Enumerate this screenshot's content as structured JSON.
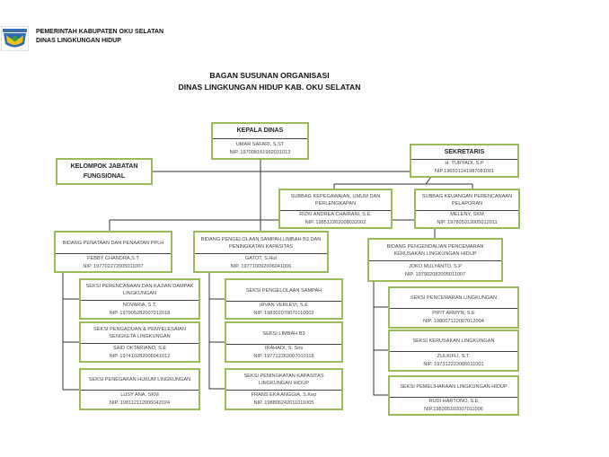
{
  "header": {
    "line1": "PEMERINTAH KABUPATEN OKU SELATAN",
    "line2": "DINAS LINGKUNGAN HIDUP"
  },
  "title": {
    "line1": "BAGAN SUSUNAN ORGANISASI",
    "line2": "DINAS LINGKUNGAN HIDUP KAB. OKU SELATAN"
  },
  "colors": {
    "box_border": "#9bbb59",
    "line": "#333333"
  },
  "units": [
    {
      "id": "kepala-dinas",
      "title": "KEPALA DINAS",
      "name": "UMAR SAFARI, S.ST",
      "nip": "NIP. 197008161992031013"
    },
    {
      "id": "kelompok-jabatan-fungsional",
      "title": "KELOMPOK JABATAN FUNGSIONAL"
    },
    {
      "id": "sekretaris",
      "title": "SEKRETARIS",
      "name": "H. TURYADI, S.P",
      "nip": "NIP.196501241987081001"
    },
    {
      "id": "subbag-kepegawaian",
      "title": "SUBBAG KEPEGAWAIAN, UMUM DAN PERLENGKAPAN",
      "name": "RIZKI ANDREA CHAIRANI, S.E.",
      "nip": "NIP. 198512262008032002"
    },
    {
      "id": "subbag-keuangan",
      "title": "SUBBAG KEUANGAN PERENCANAAN PELAPORAN",
      "name": "MELENY, SKM",
      "nip": "NIP. 197805012005012011"
    },
    {
      "id": "bidang-penataan",
      "title": "BIDANG PENATAAN DAN PENAATAN PPLH",
      "name": "FEBBY CHANDRA,S.T",
      "nip": "NIP. 197702272005011007"
    },
    {
      "id": "bidang-pengelolaan",
      "title": "BIDANG PENGELOLAAN SAMPAH,LIMBAH B3 DAN PENINGKATAN KAPASITAS",
      "name": "GATOT, S.Hut",
      "nip": "NIP. 197710092006041006"
    },
    {
      "id": "bidang-pengendalian",
      "title": "BIDANG PENGENDALIAN PENCEMARAN KERUSAKAN LINGKUNGAN HIDUP",
      "name": "JOKO MULYANTO, S.P",
      "nip": "NIP. 197902082005011007"
    },
    {
      "id": "seksi-perencanaan",
      "title": "SEKSI PERENCANAAN DAN KAJIAN DAMPAK LINGKUNGAN",
      "name": "NOVARIA, S.T.",
      "nip": "NIP. 197905282007012018"
    },
    {
      "id": "seksi-pengaduan",
      "title": "SEKSI PENGADUAN & PENYELESAIAN SENGKETA LINGKUNGAN",
      "name": "SAID OKTARIANO, S.E",
      "nip": "NIP. 197410282006041012"
    },
    {
      "id": "seksi-penegakan-hukum",
      "title": "SEKSI PENEGAKAN HUKUM LINGKUNGAN",
      "name": "LUSY ANA, SKM",
      "nip": "NIP. 198112112006042024"
    },
    {
      "id": "seksi-pengelolaan-sampah",
      "title": "SEKSI PENGELOLAAN SAMPAH",
      "name": "IRVAN VERLEVI, S.E",
      "nip": "NIP. 198302070070110002"
    },
    {
      "id": "seksi-limbah-b3",
      "title": "SEKSI LIMBAH B3",
      "name": "IRAHADI, S. Sos",
      "nip": "NIP. 197712262007010118"
    },
    {
      "id": "seksi-peningkatan-kapasitas",
      "title": "SEKSI PENINGKATAN KAPASITAS LINGKUNGAN HIDUP",
      "name": "FRANS EKA ANGGIA, S.Kep",
      "nip": "NIP. 198806242011011005"
    },
    {
      "id": "seksi-pencemaran",
      "title": "SEKSI PENCEMARAN LINGKUNGAN",
      "name": "PIPIT ARMYN, S.E",
      "nip": "NIP. 198007122007012004"
    },
    {
      "id": "seksi-kerusakan",
      "title": "SEKSI KERUSAKAN LINGKUNGAN",
      "name": "ZULKIFLI, S.T.",
      "nip": "NIP. 197312222005011001"
    },
    {
      "id": "seksi-pemeliharaan",
      "title": "SEKSI PEMELIHARAAN LINGKUNGAN HIDUP",
      "name": "RUDI HARTONO, S.E",
      "nip": "NIP.198305102007011006"
    }
  ]
}
